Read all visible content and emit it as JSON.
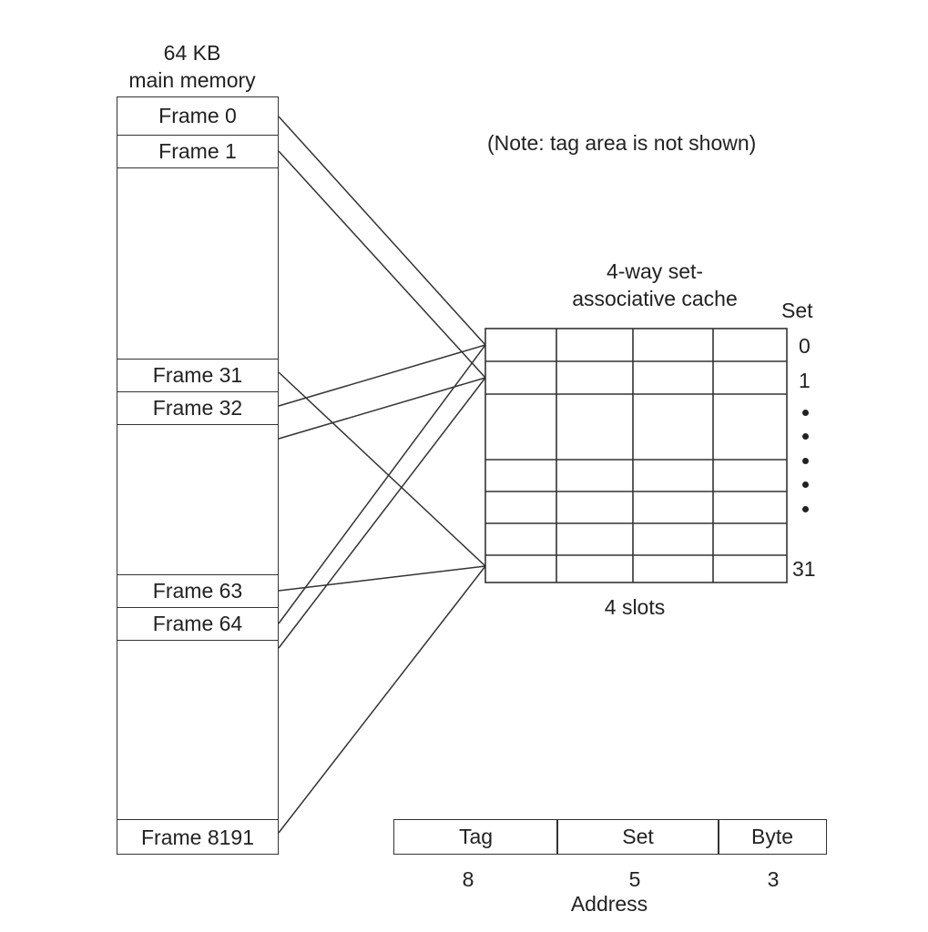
{
  "memory": {
    "title_line1": "64 KB",
    "title_line2": "main memory",
    "frames": [
      "Frame 0",
      "Frame 1",
      "Frame 31",
      "Frame 32",
      "Frame 63",
      "Frame 64",
      "Frame 8191"
    ]
  },
  "note": "(Note: tag area is not shown)",
  "cache": {
    "title_line1": "4-way set-",
    "title_line2": "associative cache",
    "set_header": "Set",
    "set_labels": [
      "0",
      "1",
      "31"
    ],
    "slots_label": "4 slots"
  },
  "address": {
    "fields": [
      {
        "name": "Tag",
        "bits": "8"
      },
      {
        "name": "Set",
        "bits": "5"
      },
      {
        "name": "Byte",
        "bits": "3"
      }
    ],
    "caption": "Address"
  }
}
